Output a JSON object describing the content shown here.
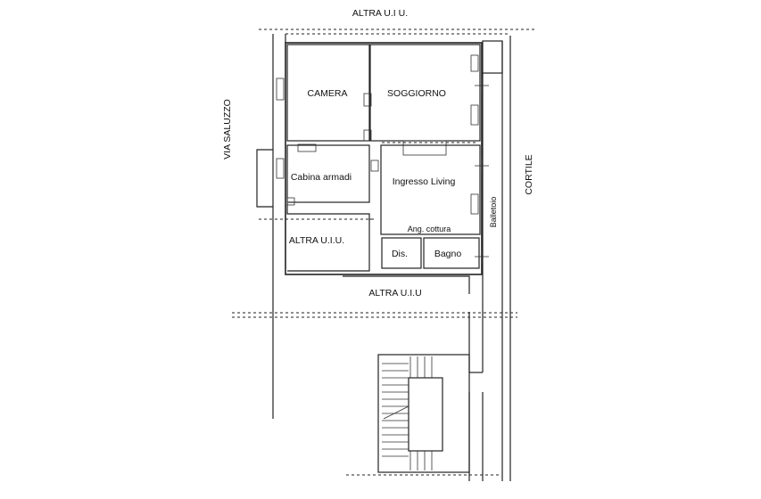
{
  "labels": {
    "top_altra": "ALTRA U.I U.",
    "via": "VIA SALUZZO",
    "cortile": "CORTILE",
    "camera": "CAMERA",
    "soggiorno": "SOGGIORNO",
    "cabina": "Cabina armadi",
    "ingresso": "Ingresso Living",
    "ang_cottura": "Ang. cottura",
    "dis": "Dis.",
    "bagno": "Bagno",
    "balletoio": "Balletoio",
    "altra_left": "ALTRA U.I.U.",
    "altra_mid": "ALTRA U.I.U"
  }
}
